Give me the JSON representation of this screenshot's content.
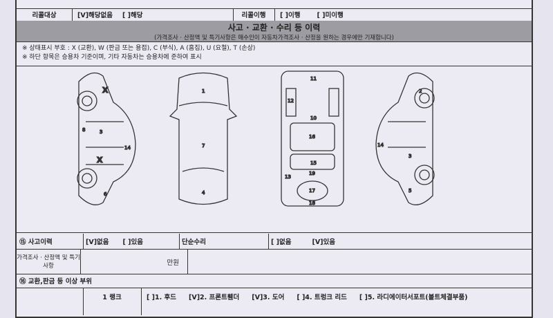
{
  "recall": {
    "label": "리콜대상",
    "options": [
      "[V]해당없음",
      "[ ]해당"
    ],
    "status_label": "리콜이행",
    "status_options": [
      "[ ]이행",
      "[ ]미이행"
    ]
  },
  "history": {
    "title": "사고 · 교환 · 수리 등 이력",
    "subtitle": "(가격조사 · 산정액 및 특기사항은 매수인이 자동차가격조사 · 산정을 원하는 경우에만 기재합니다)"
  },
  "legend": [
    "※ 상태표시 부호 : X (교환), W (판금 또는 용접), C (부식), A (흠집), U (요철), T (손상)",
    "※ 하단 항목은 승용차 기준이며, 기타 자동차는 승용차에 준하여 표시"
  ],
  "diagram": {
    "marks": [
      "X",
      "X"
    ],
    "left_labels": [
      "3",
      "6",
      "8",
      "14"
    ],
    "top_labels": [
      "1",
      "7",
      "4"
    ],
    "frame_labels": [
      "10",
      "11",
      "12",
      "13",
      "15",
      "16",
      "17",
      "18",
      "19"
    ],
    "right_labels": [
      "2",
      "3",
      "5",
      "14"
    ]
  },
  "accident": {
    "label": "⑮ 사고이력",
    "options": [
      "[V]없음",
      "[ ]있음"
    ],
    "repair_label": "단순수리",
    "repair_options": [
      "[ ]없음",
      "[V]있음"
    ]
  },
  "price": {
    "label": "가격조사 · 산정액 및 특기사항",
    "unit": "만원"
  },
  "parts": {
    "label": "⑯ 교환,판금 등 이상 부위",
    "rank": "1 랭크",
    "items": [
      "[ ]1. 후드",
      "[V]2. 프론트휀더",
      "[V]3. 도어",
      "[ ]4. 트렁크 리드",
      "[ ]5. 라디에이터서포트(볼트체결부품)"
    ]
  }
}
